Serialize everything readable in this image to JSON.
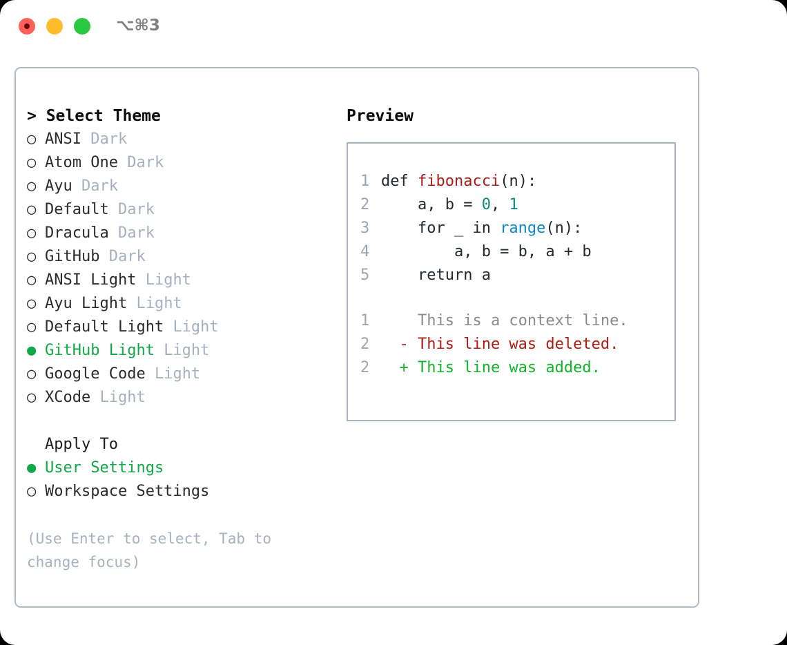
{
  "window": {
    "shortcut": "⌥⌘3",
    "traffic_lights": [
      {
        "name": "close",
        "color": "#ff6159"
      },
      {
        "name": "minimize",
        "color": "#ffbd2e"
      },
      {
        "name": "maximize",
        "color": "#28c840"
      }
    ]
  },
  "theme_picker": {
    "heading": "> Select Theme",
    "marker_selected": "●",
    "marker_unselected": "○",
    "items": [
      {
        "name": "ANSI",
        "category": "Dark",
        "selected": false
      },
      {
        "name": "Atom One",
        "category": "Dark",
        "selected": false
      },
      {
        "name": "Ayu",
        "category": "Dark",
        "selected": false
      },
      {
        "name": "Default",
        "category": "Dark",
        "selected": false
      },
      {
        "name": "Dracula",
        "category": "Dark",
        "selected": false
      },
      {
        "name": "GitHub",
        "category": "Dark",
        "selected": false
      },
      {
        "name": "ANSI Light",
        "category": "Light",
        "selected": false
      },
      {
        "name": "Ayu Light",
        "category": "Light",
        "selected": false
      },
      {
        "name": "Default Light",
        "category": "Light",
        "selected": false
      },
      {
        "name": "GitHub Light",
        "category": "Light",
        "selected": true
      },
      {
        "name": "Google Code",
        "category": "Light",
        "selected": false
      },
      {
        "name": "XCode",
        "category": "Light",
        "selected": false
      }
    ]
  },
  "apply_to": {
    "heading": "Apply To",
    "items": [
      {
        "label": "User Settings",
        "selected": true
      },
      {
        "label": "Workspace Settings",
        "selected": false
      }
    ]
  },
  "hint": "(Use Enter to select, Tab to change focus)",
  "preview": {
    "title": "Preview",
    "code_lines": [
      {
        "num": "1",
        "segments": [
          {
            "text": "def ",
            "type": "plain"
          },
          {
            "text": "fibonacci",
            "type": "func"
          },
          {
            "text": "(n):",
            "type": "plain"
          }
        ]
      },
      {
        "num": "2",
        "segments": [
          {
            "text": "    a, b = ",
            "type": "plain"
          },
          {
            "text": "0",
            "type": "num"
          },
          {
            "text": ", ",
            "type": "plain"
          },
          {
            "text": "1",
            "type": "num"
          }
        ]
      },
      {
        "num": "3",
        "segments": [
          {
            "text": "    for _ in ",
            "type": "plain"
          },
          {
            "text": "range",
            "type": "builtin"
          },
          {
            "text": "(n):",
            "type": "plain"
          }
        ]
      },
      {
        "num": "4",
        "segments": [
          {
            "text": "        a, b = b, a + b",
            "type": "plain"
          }
        ]
      },
      {
        "num": "5",
        "segments": [
          {
            "text": "    return a",
            "type": "plain"
          }
        ]
      }
    ],
    "diff_lines": [
      {
        "num": "1",
        "prefix": "  ",
        "text": "This is a context line.",
        "kind": "ctx"
      },
      {
        "num": "2",
        "prefix": "- ",
        "text": "This line was deleted.",
        "kind": "del"
      },
      {
        "num": "2",
        "prefix": "+ ",
        "text": "This line was added.",
        "kind": "add"
      }
    ]
  },
  "colors": {
    "accent_green": "#11a848",
    "muted": "#a6b1c0",
    "border": "#b0b8c4",
    "diff_add": "#12b42a",
    "diff_del": "#b01c13",
    "token_func": "#a8201a",
    "token_num": "#0b8a7d",
    "token_builtin": "#0b86cc"
  }
}
